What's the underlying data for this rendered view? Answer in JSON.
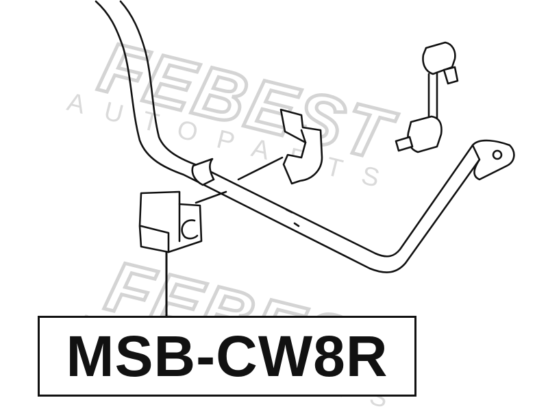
{
  "watermark": {
    "brand": "FEBEST",
    "subtitle": "AUTOPARTS"
  },
  "diagram": {
    "part_number": "MSB-CW8R"
  },
  "colors": {
    "line": "#111111",
    "watermark": "#d4d4d4",
    "background": "#ffffff"
  }
}
